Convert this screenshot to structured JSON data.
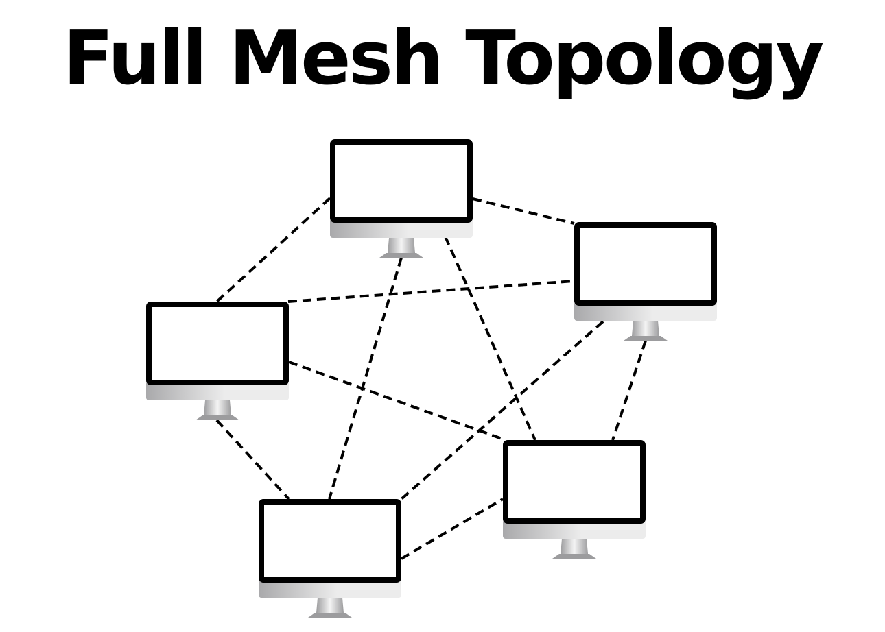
{
  "title": "Full Mesh Topology",
  "colors": {
    "ink": "#000000",
    "bezel_light": "#ececec",
    "bezel_dark": "#a9a9ab",
    "stand_light": "#f4f4f4",
    "stand_dark": "#9c9c9e"
  },
  "nodes": [
    {
      "id": "top",
      "icon": "monitor-icon"
    },
    {
      "id": "right",
      "icon": "monitor-icon"
    },
    {
      "id": "left",
      "icon": "monitor-icon"
    },
    {
      "id": "bottom-right",
      "icon": "monitor-icon"
    },
    {
      "id": "bottom-left",
      "icon": "monitor-icon"
    }
  ],
  "links": [
    {
      "from": "top",
      "to": "right"
    },
    {
      "from": "top",
      "to": "left"
    },
    {
      "from": "top",
      "to": "bottom-left"
    },
    {
      "from": "top",
      "to": "bottom-right"
    },
    {
      "from": "left",
      "to": "right"
    },
    {
      "from": "left",
      "to": "bottom-right"
    },
    {
      "from": "left",
      "to": "bottom-left"
    },
    {
      "from": "right",
      "to": "bottom-left"
    },
    {
      "from": "right",
      "to": "bottom-right"
    },
    {
      "from": "bottom-left",
      "to": "bottom-right"
    }
  ]
}
